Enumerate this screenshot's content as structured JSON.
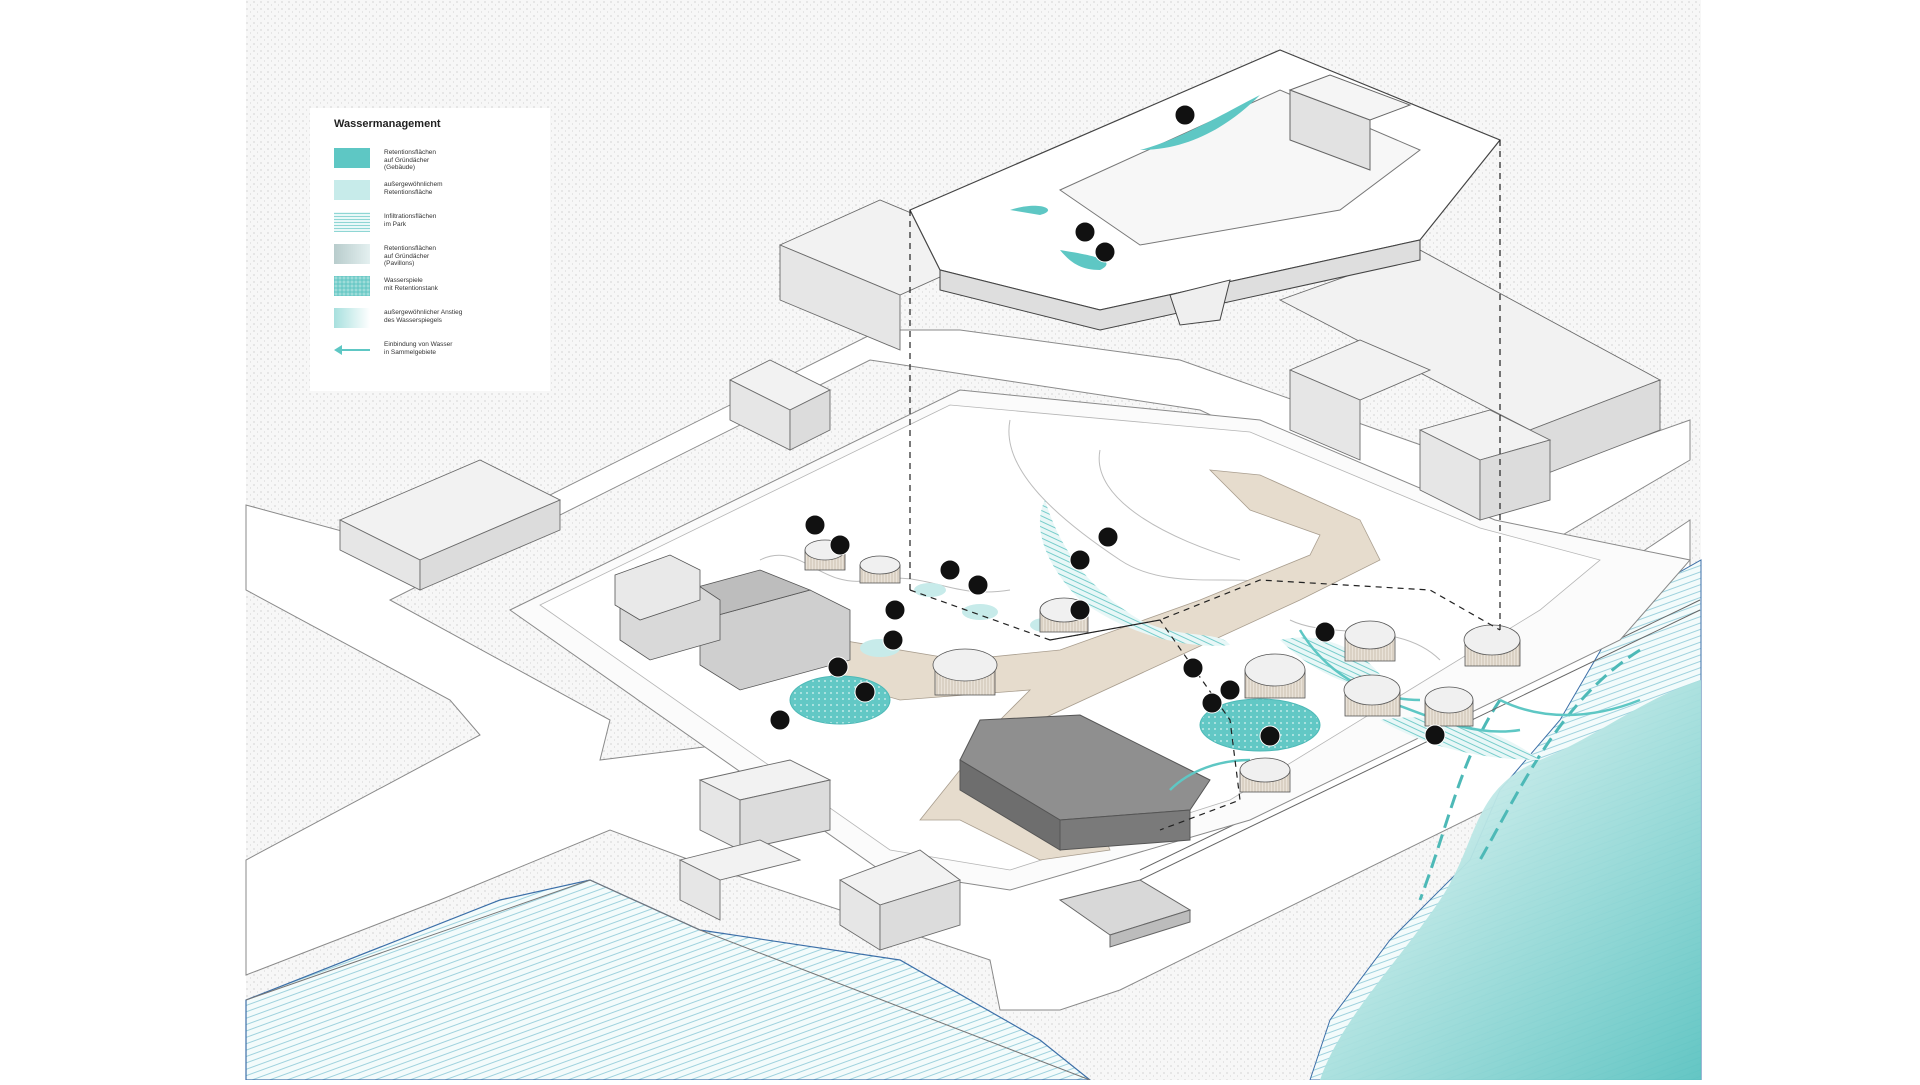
{
  "legend": {
    "title": "Wassermanagement",
    "items": [
      {
        "label": "Retentionsflächen\nauf Gründächer\n(Gebäude)",
        "color": "#5ec7c4"
      },
      {
        "label": "außergewöhnlichem\nRetentionsfläche",
        "color": "#c7ebea"
      },
      {
        "label": "Infiltrationsflächen\nim Park",
        "color": "#8fd6d4"
      },
      {
        "label": "Retentionsflächen\nauf Gründächer\n(Pavillons)",
        "color": "#b8cccc"
      },
      {
        "label": "Wasserspiele\nmit Retentionstank",
        "color": "#6ac9c6"
      },
      {
        "label": "außergewöhnlicher Anstieg\ndes Wasserspiegels",
        "color": "#a7e0de"
      },
      {
        "label": "Einbindung von Wasser\nin Sammelgebiete",
        "color": "#5ec7c4"
      }
    ]
  },
  "colors": {
    "water": "#5ec7c4",
    "water_light": "#c7ebea",
    "path": "#e6dccd",
    "building": "#f2f2f2",
    "outline": "#6b6b6b"
  }
}
